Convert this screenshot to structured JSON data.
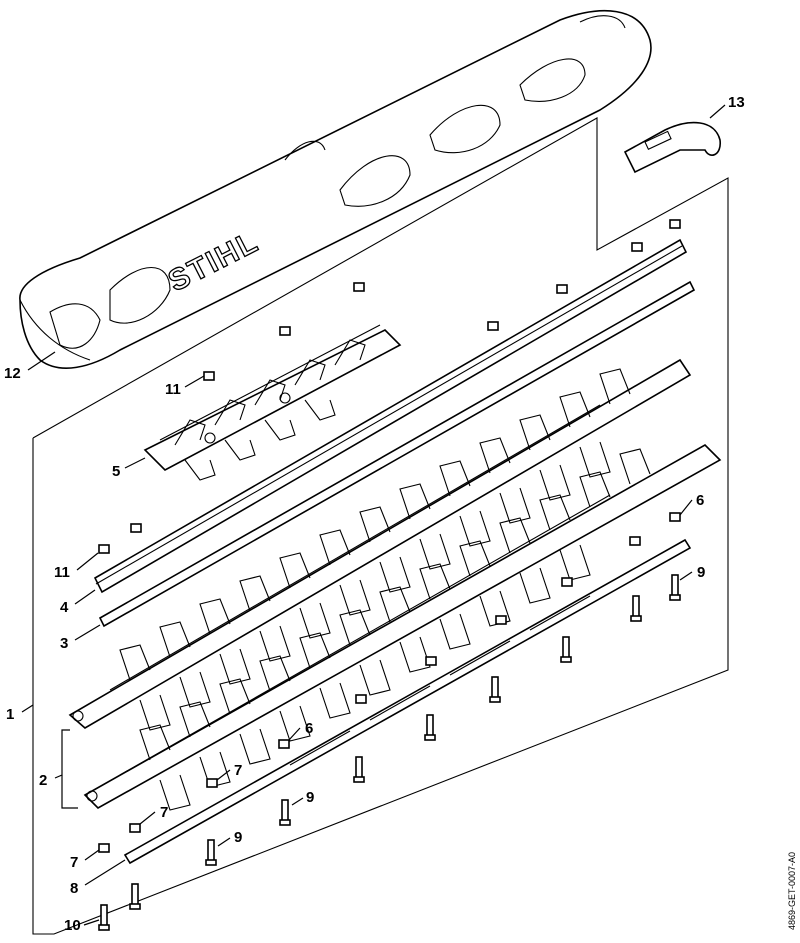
{
  "brand_text": "STIHL",
  "document_code": "4869-GET-0007-A0",
  "callouts": [
    {
      "id": "c1",
      "label": "1"
    },
    {
      "id": "c2",
      "label": "2"
    },
    {
      "id": "c3",
      "label": "3"
    },
    {
      "id": "c4",
      "label": "4"
    },
    {
      "id": "c5",
      "label": "5"
    },
    {
      "id": "c6a",
      "label": "6"
    },
    {
      "id": "c6b",
      "label": "6"
    },
    {
      "id": "c7a",
      "label": "7"
    },
    {
      "id": "c7b",
      "label": "7"
    },
    {
      "id": "c7c",
      "label": "7"
    },
    {
      "id": "c8",
      "label": "8"
    },
    {
      "id": "c9a",
      "label": "9"
    },
    {
      "id": "c9b",
      "label": "9"
    },
    {
      "id": "c9c",
      "label": "9"
    },
    {
      "id": "c10",
      "label": "10"
    },
    {
      "id": "c11a",
      "label": "11"
    },
    {
      "id": "c11b",
      "label": "11"
    },
    {
      "id": "c12",
      "label": "12"
    },
    {
      "id": "c13",
      "label": "13"
    }
  ]
}
